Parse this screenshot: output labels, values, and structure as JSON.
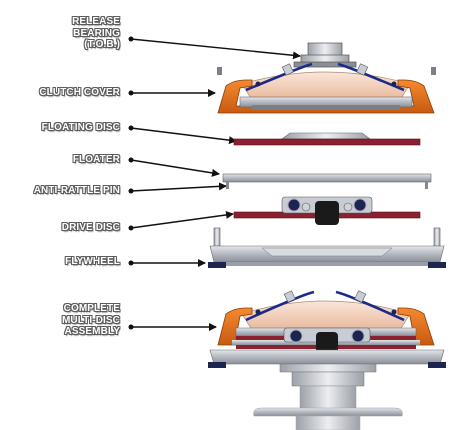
{
  "labels": {
    "release_bearing": [
      "RELEASE",
      "BEARING",
      "(T.O.B.)"
    ],
    "clutch_cover": "CLUTCH COVER",
    "floating_disc": "FLOATING DISC",
    "floater": "FLOATER",
    "anti_rattle_pin": "ANTI-RATTLE PIN",
    "drive_disc": "DRIVE DISC",
    "flywheel": "FLYWHEEL",
    "complete_assembly": [
      "COMPLETE",
      "MULTI-DISC",
      "ASSEMBLY"
    ]
  },
  "colors": {
    "cover_orange": "#e8701c",
    "disc_red": "#8b2030",
    "spring_blue": "#1c2a8a",
    "steel_gray": "#b8bcc4",
    "dark_navy": "#1c2450",
    "friction_peach": "#f4d2bc"
  }
}
